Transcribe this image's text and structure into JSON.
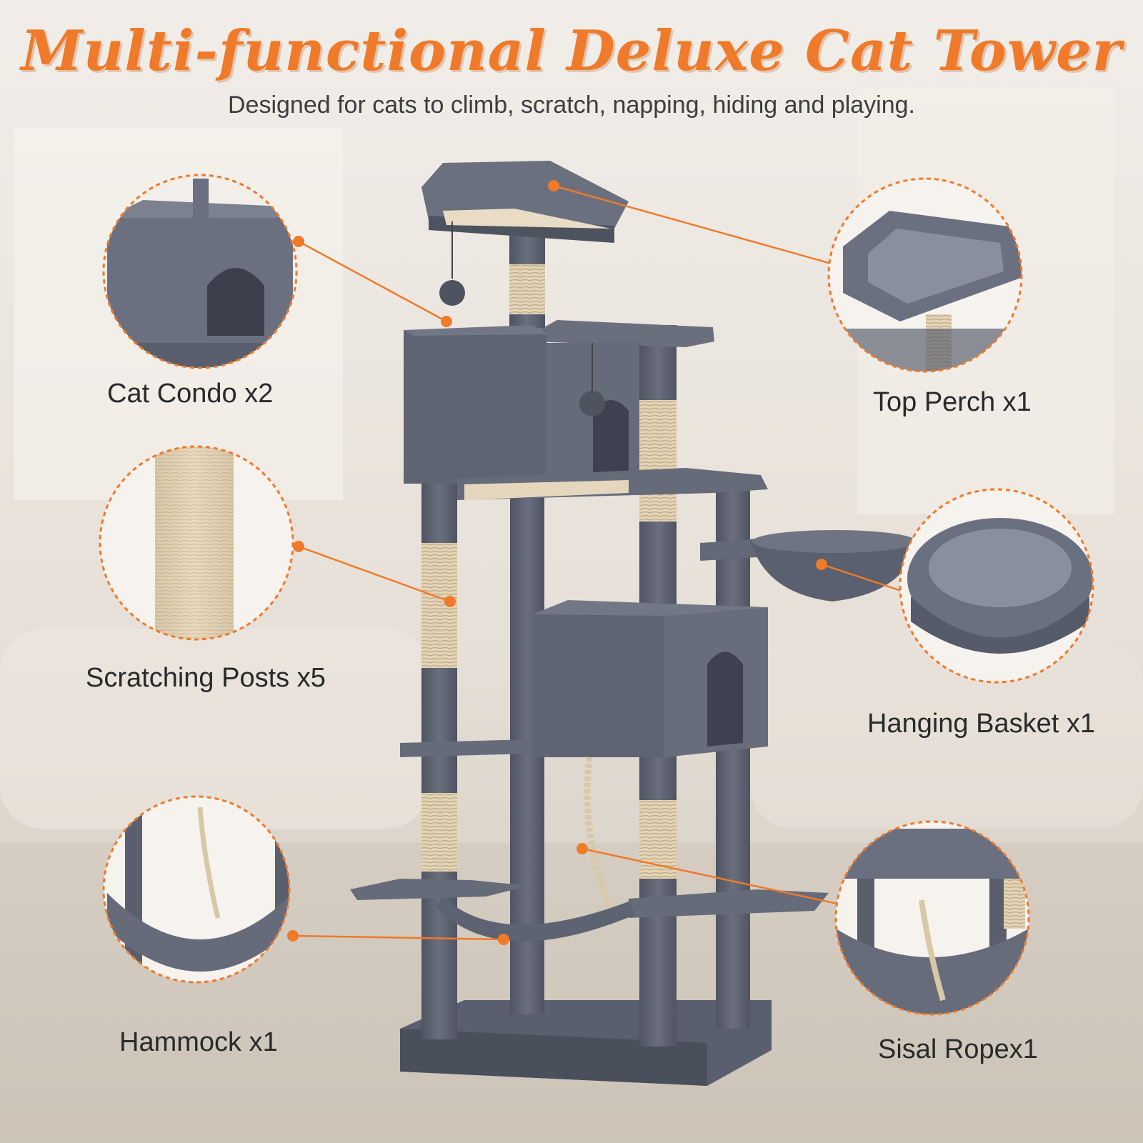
{
  "header": {
    "title": "Multi-functional Deluxe Cat Tower",
    "subtitle": "Designed for cats to climb, scratch, napping, hiding and playing."
  },
  "features": [
    {
      "label": "Cat Condo x2",
      "icon": "cat-condo-detail"
    },
    {
      "label": "Scratching Posts x5",
      "icon": "sisal-post-detail"
    },
    {
      "label": "Hammock x1",
      "icon": "hammock-detail"
    },
    {
      "label": "Top Perch x1",
      "icon": "top-perch-detail"
    },
    {
      "label": "Hanging Basket x1",
      "icon": "basket-detail"
    },
    {
      "label": "Sisal Ropex1",
      "icon": "sisal-rope-detail"
    }
  ],
  "colors": {
    "accent": "#ee7a2a",
    "plush": "#5c6170",
    "plush_light": "#757a8a",
    "sisal": "#e3d3b6",
    "background": "#e8e2da"
  }
}
